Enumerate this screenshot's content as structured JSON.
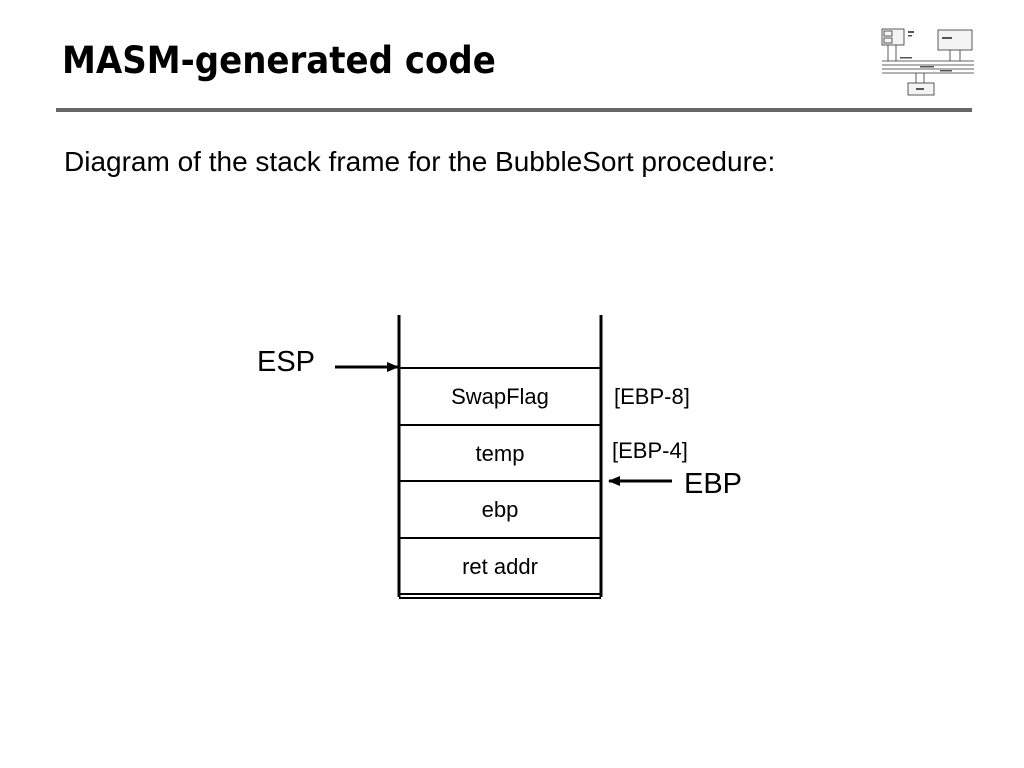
{
  "slide": {
    "title": "MASM-generated code",
    "subtitle": "Diagram of the stack frame for the BubbleSort procedure:"
  },
  "stack": {
    "cells": [
      {
        "label": "SwapFlag",
        "offset": "[EBP-8]"
      },
      {
        "label": "temp",
        "offset": "[EBP-4]"
      },
      {
        "label": "ebp",
        "offset": ""
      },
      {
        "label": "ret addr",
        "offset": ""
      }
    ],
    "pointers": {
      "esp": "ESP",
      "ebp": "EBP"
    }
  }
}
